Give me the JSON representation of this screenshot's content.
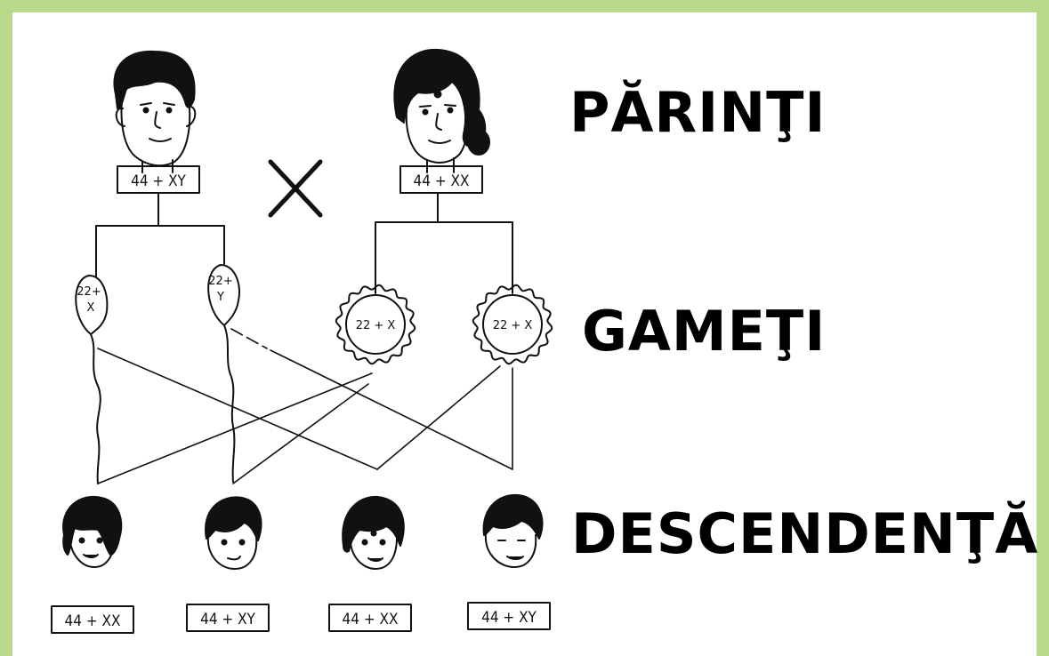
{
  "labels": {
    "parents": "PĂRINŢI",
    "gametes": "GAMEŢI",
    "offspring": "DESCENDENŢĂ"
  },
  "father": {
    "karyotype": "44 + XY"
  },
  "mother": {
    "karyotype": "44 + XX"
  },
  "cross_symbol": "X",
  "sperm": [
    {
      "line1": "22+",
      "line2": "X"
    },
    {
      "line1": "22+",
      "line2": "Y"
    }
  ],
  "eggs": [
    {
      "label": "22 + X"
    },
    {
      "label": "22 + X"
    }
  ],
  "children": [
    {
      "karyotype": "44 + XX"
    },
    {
      "karyotype": "44 + XY"
    },
    {
      "karyotype": "44 + XX"
    },
    {
      "karyotype": "44 + XY"
    }
  ]
}
